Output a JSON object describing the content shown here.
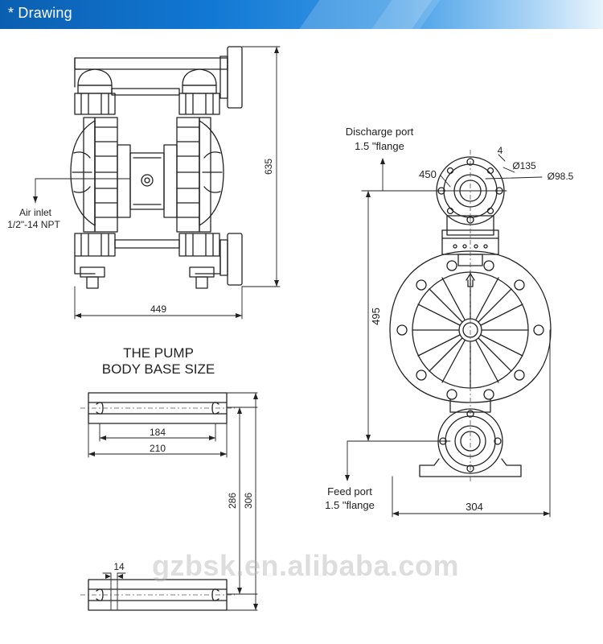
{
  "header": {
    "title": "* Drawing"
  },
  "front_view": {
    "dim_height": "635",
    "dim_width": "449",
    "air_inlet_line1": "Air inlet",
    "air_inlet_line2": "1/2\"-14 NPT"
  },
  "side_view": {
    "discharge_line1": "Discharge port",
    "discharge_line2": "1.5 \"flange",
    "dim_angle": "450",
    "dim_bolt": "4",
    "dim_pcd": "Ø135",
    "dim_bore": "Ø98.5",
    "dim_height": "495",
    "dim_width": "304",
    "feed_line1": "Feed port",
    "feed_line2": "1.5 \"flange"
  },
  "base_view": {
    "title_line1": "THE PUMP",
    "title_line2": "BODY BASE SIZE",
    "dim_inner": "184",
    "dim_outer": "210",
    "dim_slot": "14",
    "dim_span1": "286",
    "dim_span2": "306"
  },
  "watermark": "gzbsk.en.alibaba.com",
  "colors": {
    "header": "#1178d4",
    "line": "#222222",
    "dash": "#555555"
  }
}
